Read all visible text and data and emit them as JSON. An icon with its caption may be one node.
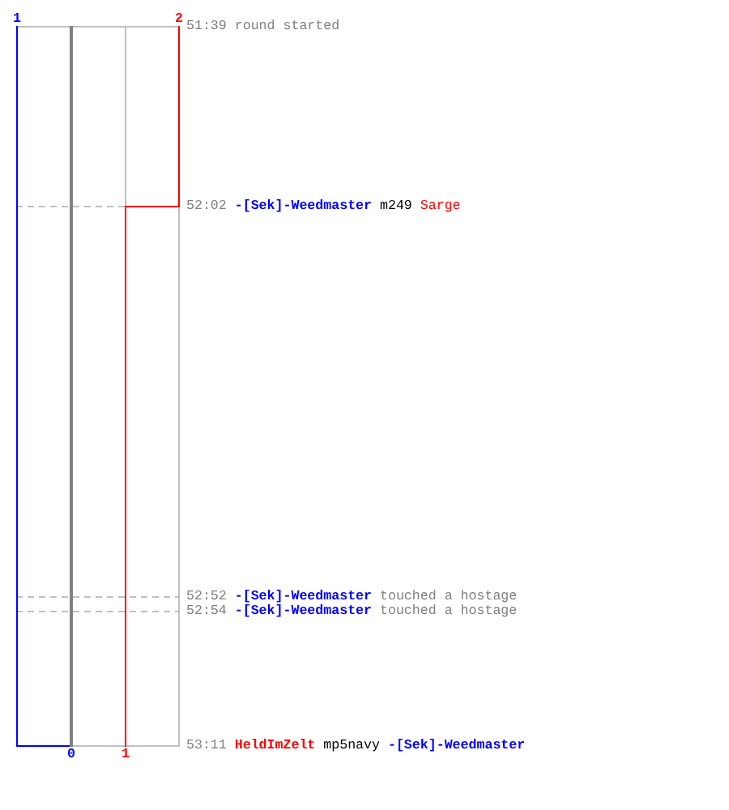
{
  "diagram": {
    "labels": [
      "1",
      "2",
      "51:39",
      "round started",
      "52:02",
      "-[Sek]-Weedmaster",
      "m249",
      "Sarge",
      "52:52",
      "-[Sek]-Weedmaster",
      "touched a hostage",
      "52:54",
      "-[Sek]-Weedmaster",
      "touched a hostage",
      "53:11",
      "HeldImZelt",
      "mp5navy",
      "-[Sek]-Weedmaster",
      "0",
      "1"
    ]
  }
}
